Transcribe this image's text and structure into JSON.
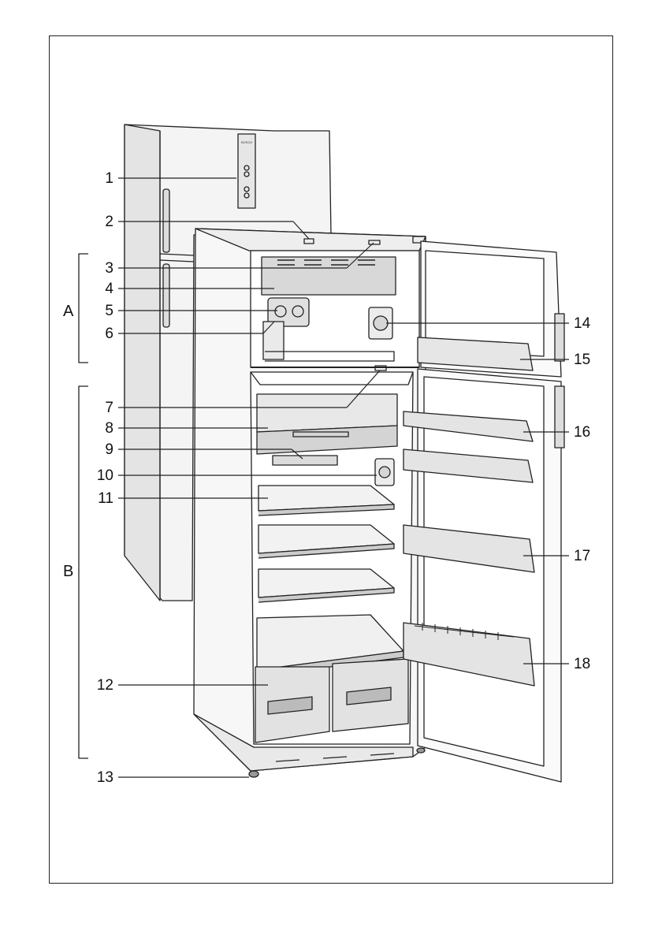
{
  "callouts_left": [
    "1",
    "2",
    "3",
    "4",
    "5",
    "6",
    "7",
    "8",
    "9",
    "10",
    "11",
    "12",
    "13"
  ],
  "callouts_right": [
    "14",
    "15",
    "16",
    "17",
    "18"
  ],
  "groups": [
    "A",
    "B"
  ],
  "brand_mark": "BOSCH"
}
